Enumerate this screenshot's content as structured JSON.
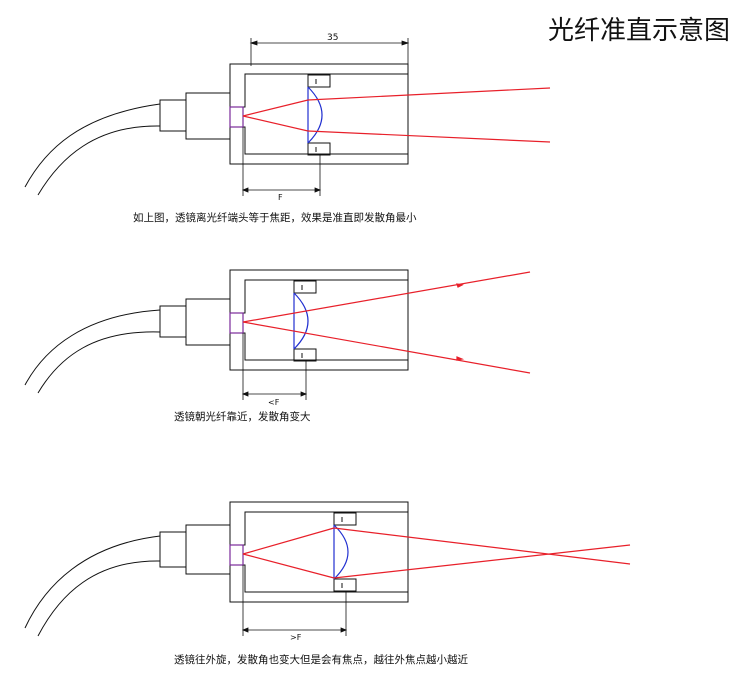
{
  "title": "光纤准直示意图",
  "panels": [
    {
      "dimension_label": "35",
      "distance_label": "F",
      "caption": "如上图，透镜离光纤端头等于焦距，效果是准直即发散角最小"
    },
    {
      "distance_label": "<F",
      "caption": "透镜朝光纤靠近，发散角变大"
    },
    {
      "distance_label": ">F",
      "caption": "透镜往外旋，发散角也变大但是会有焦点，越往外焦点越小越近"
    }
  ],
  "colors": {
    "beam": "#e8202a",
    "lens": "#2230d0",
    "outline": "#111111"
  }
}
